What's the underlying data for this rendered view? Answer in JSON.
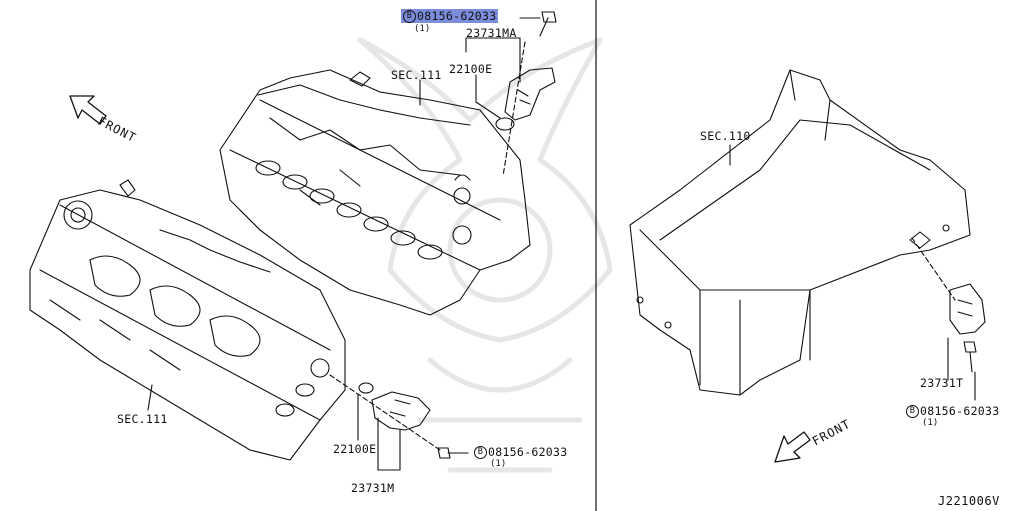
{
  "labels": {
    "top_part": "08156-62033",
    "top_qty": "(1)",
    "top_sensor": "23731MA",
    "top_oring": "22100E",
    "sec111_top": "SEC.111",
    "sec111_bottom": "SEC.111",
    "bottom_oring": "22100E",
    "bottom_sensor": "23731M",
    "bottom_part": "08156-62033",
    "bottom_qty": "(1)",
    "sec110": "SEC.110",
    "right_sensor": "23731T",
    "right_part": "08156-62033",
    "right_qty": "(1)",
    "front_left": "FRONT",
    "front_right": "FRONT",
    "bolt_marker": "B",
    "reference": "J221006V"
  },
  "colors": {
    "highlight": "#7c8ddb",
    "line": "#111111"
  }
}
